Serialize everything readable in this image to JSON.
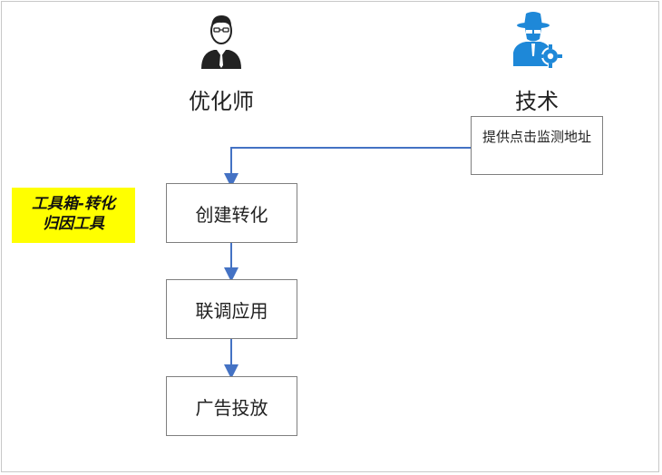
{
  "roles": {
    "optimizer": {
      "label": "优化师",
      "icon": "businessman-icon"
    },
    "tech": {
      "label": "技术",
      "icon": "spy-gear-icon"
    }
  },
  "tech_task": "提供点击监测地址",
  "note": {
    "line1": "工具箱-转化",
    "line2": "归因工具"
  },
  "steps": [
    {
      "label": "创建转化"
    },
    {
      "label": "联调应用"
    },
    {
      "label": "广告投放"
    }
  ],
  "colors": {
    "arrow": "#4472c4",
    "icon_dark": "#222222",
    "icon_blue": "#1e88d8",
    "note_bg": "#ffff00",
    "box_border": "#7f7f7f"
  }
}
